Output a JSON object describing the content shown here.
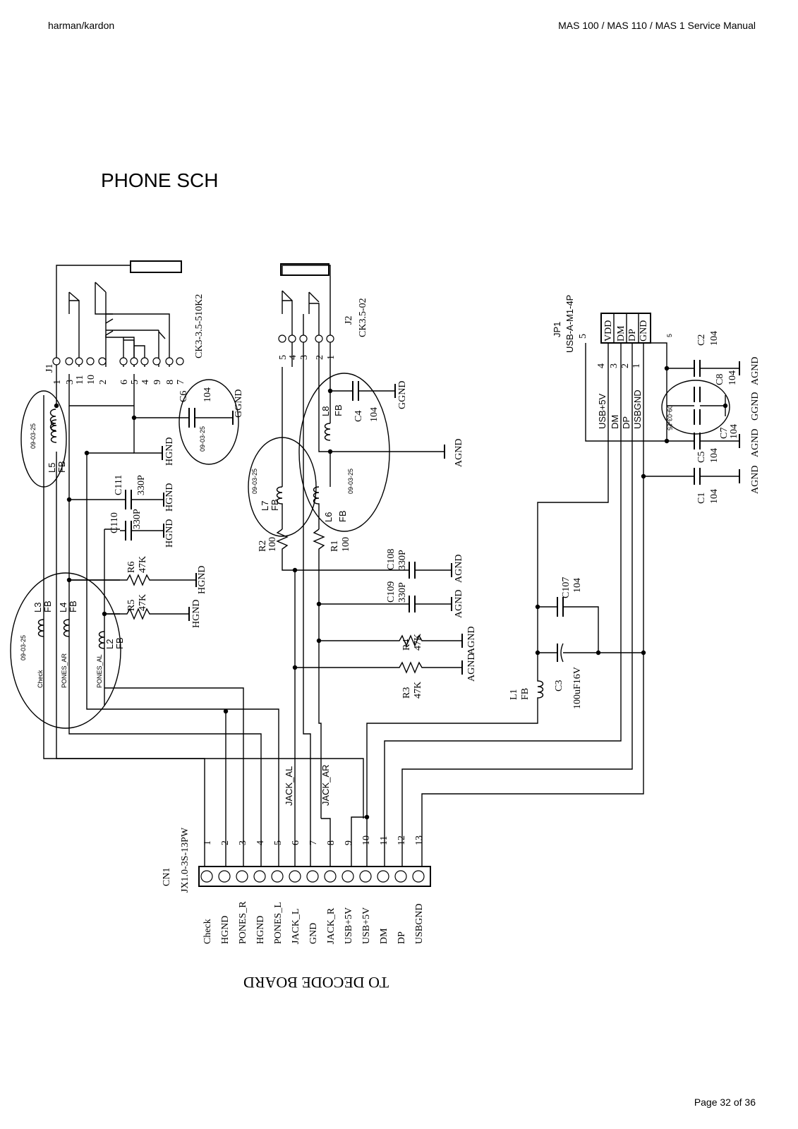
{
  "header": {
    "brand": "harman/kardon",
    "manual": "MAS 100 / MAS 110 / MAS 1 Service Manual"
  },
  "title": "PHONE SCH",
  "footer": {
    "page": "Page 32 of 36"
  },
  "bottom_note": "TO DECODE BOARD",
  "connectors": {
    "j1": {
      "ref": "J1",
      "part": "CK3-3.5-510K2",
      "pins": [
        "1",
        "3",
        "11",
        "10",
        "2",
        "6",
        "5",
        "4",
        "9",
        "8",
        "7"
      ]
    },
    "j2": {
      "ref": "J2",
      "part": "CK3.5-02",
      "pins": [
        "5",
        "4",
        "3",
        "2",
        "1"
      ]
    },
    "jp1": {
      "ref": "JP1",
      "part": "USB-A-M1-4P",
      "pins": [
        "4",
        "3",
        "2",
        "1"
      ],
      "shield": "5",
      "signals": [
        "VDD",
        "DM",
        "DP",
        "GND"
      ],
      "nets": [
        "USB+5V",
        "DM",
        "DP",
        "USBGND"
      ]
    },
    "cn1": {
      "ref": "CN1",
      "part": "JX1.0-3S-13PW",
      "pins": [
        "1",
        "2",
        "3",
        "4",
        "5",
        "6",
        "7",
        "8",
        "9",
        "10",
        "11",
        "12",
        "13"
      ],
      "signals": [
        "Check",
        "HGND",
        "PONES_R",
        "HGND",
        "PONES_L",
        "JACK_L",
        "GND",
        "JACK_R",
        "USB+5V",
        "USB+5V",
        "DM",
        "DP",
        "USBGND"
      ]
    }
  },
  "components": {
    "l5": {
      "ref": "L5",
      "val": "FB"
    },
    "l3": {
      "ref": "L3",
      "val": "FB"
    },
    "l4": {
      "ref": "L4",
      "val": "FB"
    },
    "l2": {
      "ref": "L2",
      "val": "FB"
    },
    "l7": {
      "ref": "L7",
      "val": "FB"
    },
    "l8": {
      "ref": "L8",
      "val": "FB"
    },
    "l6": {
      "ref": "L6",
      "val": "FB"
    },
    "l1": {
      "ref": "L1",
      "val": "FB"
    },
    "c6": {
      "ref": "C6",
      "val": "104"
    },
    "c111": {
      "ref": "C111",
      "val": "330P"
    },
    "c110": {
      "ref": "C110",
      "val": "330P"
    },
    "r6": {
      "ref": "R6",
      "val": "47K"
    },
    "r5": {
      "ref": "R5",
      "val": "47K"
    },
    "r2": {
      "ref": "R2",
      "val": "100"
    },
    "r1": {
      "ref": "R1",
      "val": "100"
    },
    "c4": {
      "ref": "C4",
      "val": "104"
    },
    "c108": {
      "ref": "C108",
      "val": "330P"
    },
    "c109": {
      "ref": "C109",
      "val": "330P"
    },
    "r4": {
      "ref": "R4",
      "val": "47K"
    },
    "r3": {
      "ref": "R3",
      "val": "47K"
    },
    "c107": {
      "ref": "C107",
      "val": "104"
    },
    "c3": {
      "ref": "C3",
      "val": "100uF16V"
    },
    "c2": {
      "ref": "C2",
      "val": "104"
    },
    "c8": {
      "ref": "C8",
      "val": "104"
    },
    "c7": {
      "ref": "C7",
      "val": "104"
    },
    "c5": {
      "ref": "C5",
      "val": "104"
    },
    "c1": {
      "ref": "C1",
      "val": "104"
    }
  },
  "grounds": {
    "hgnd": "HGND",
    "ggnd": "GGND",
    "agnd": "AGND"
  },
  "nets": {
    "jack_al": "JACK_AL",
    "jack_ar": "JACK_AR",
    "check": "Check",
    "pones_ar": "PONES_AR",
    "pones_al": "PONES_AL"
  },
  "revision_date": "09-03-25"
}
